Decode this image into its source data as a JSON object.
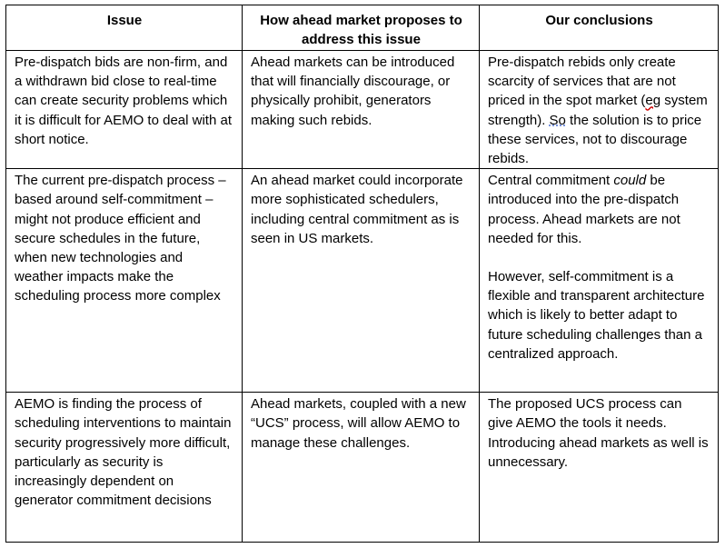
{
  "headers": [
    "Issue",
    "How ahead market proposes to address this issue",
    "Our conclusions"
  ],
  "rows": [
    {
      "issue": "Pre-dispatch bids are non-firm, and a withdrawn bid close to real-time can create security problems which it is difficult for AEMO to deal with at short notice.",
      "proposal": "Ahead markets can be introduced that will financially discourage, or physically prohibit, generators making such rebids.",
      "conclusion_part1": "Pre-dispatch rebids only create scarcity of services that are not priced in the spot market (",
      "conclusion_eg": "eg",
      "conclusion_part2": " system strength).  ",
      "conclusion_so": "So",
      "conclusion_part3": " the solution is to price these services, not to discourage rebids."
    },
    {
      "issue": "The current pre-dispatch process – based around self-commitment – might not produce efficient and secure schedules in the future, when new technologies and weather impacts make the scheduling process more complex",
      "proposal": "An ahead market could incorporate more sophisticated schedulers, including central commitment as is seen in US markets.",
      "conclusion_a_pre": "Central commitment ",
      "conclusion_a_italic": "could",
      "conclusion_a_post": " be introduced into the pre-dispatch process. Ahead markets are not needed for this.",
      "conclusion_b": "However, self-commitment is a flexible and transparent architecture which is likely to better adapt to future scheduling challenges than a centralized approach."
    },
    {
      "issue": "AEMO is finding the process of scheduling interventions to maintain security progressively more difficult, particularly as security is increasingly dependent on generator commitment decisions",
      "proposal": "Ahead markets, coupled with a new “UCS” process, will allow AEMO to manage these challenges.",
      "conclusion": "The proposed UCS process can give AEMO the tools it needs. Introducing ahead markets as well is unnecessary."
    }
  ]
}
